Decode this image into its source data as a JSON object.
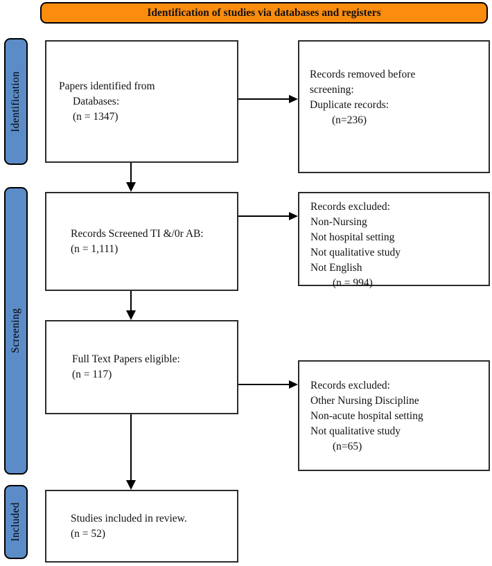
{
  "header": {
    "title": "Identification of studies via databases and registers"
  },
  "stages": [
    {
      "label": "Identification"
    },
    {
      "label": "Screening"
    },
    {
      "label": "Included"
    }
  ],
  "boxes": {
    "papers_identified": {
      "lines": [
        "Papers identified from",
        "Databases:",
        "(n = 1347)"
      ]
    },
    "records_removed": {
      "lines": [
        "Records removed before",
        "screening:",
        "Duplicate records:",
        "(n=236)"
      ]
    },
    "records_screened": {
      "lines": [
        "Records Screened TI &/0r AB:",
        "(n = 1,111)"
      ]
    },
    "records_excluded_screening": {
      "lines": [
        "Records excluded:",
        "Non-Nursing",
        "Not hospital setting",
        "Not qualitative study",
        "Not English",
        "(n = 994)"
      ]
    },
    "full_text_eligible": {
      "lines": [
        "Full Text Papers eligible:",
        "(n = 117)"
      ]
    },
    "records_excluded_eligibility": {
      "lines": [
        "Records excluded:",
        "Other Nursing Discipline",
        "Non-acute hospital setting",
        "Not qualitative study",
        "(n=65)"
      ]
    },
    "studies_included": {
      "lines": [
        "Studies included in review.",
        "(n = 52)"
      ]
    }
  },
  "colors": {
    "header_bg": "#FB8C0E",
    "stage_bg": "#5B8CC8",
    "box_border": "#2B2B2B",
    "arrow": "#000000"
  }
}
